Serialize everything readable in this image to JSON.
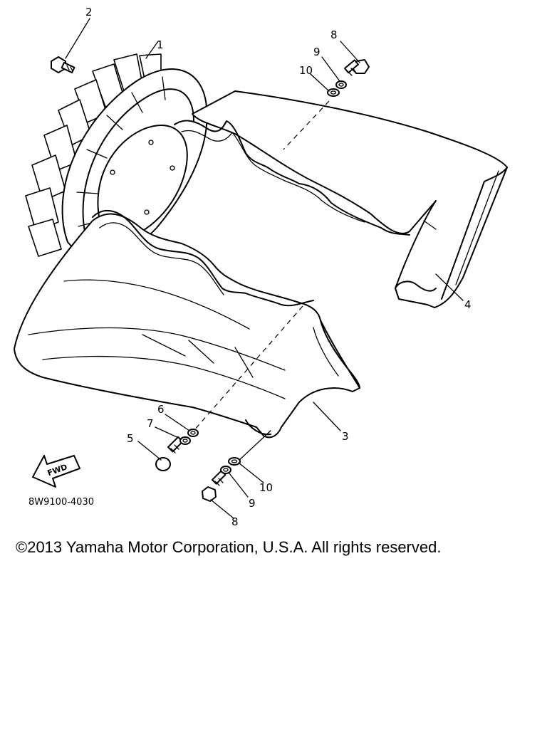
{
  "diagram": {
    "part_code": "8W9100-4030",
    "fwd_label": "FWD",
    "callouts": {
      "c1": "1",
      "c2": "2",
      "c3": "3",
      "c4": "4",
      "c5": "5",
      "c6": "6",
      "c7": "7",
      "c8_top": "8",
      "c9_top": "9",
      "c10_top": "10",
      "c8_bottom": "8",
      "c9_bottom": "9",
      "c10_bottom": "10"
    }
  },
  "footer": {
    "copyright": "©2013 Yamaha Motor Corporation, U.S.A. All rights reserved."
  }
}
